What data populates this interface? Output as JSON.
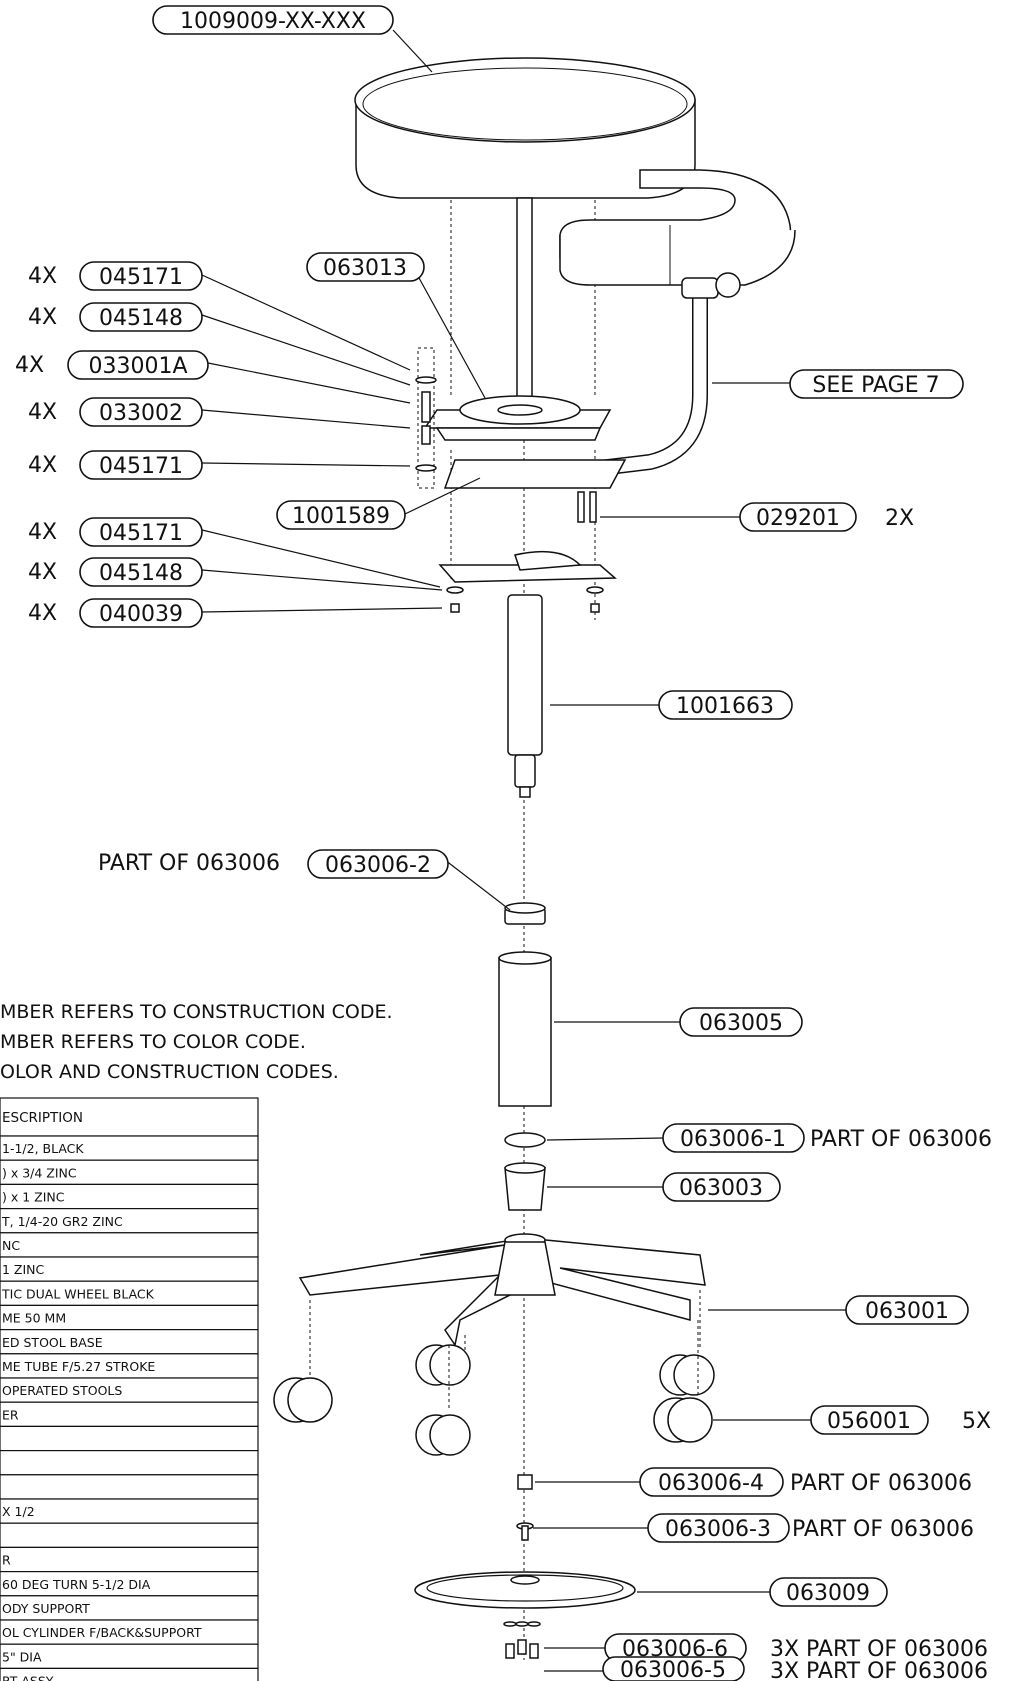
{
  "callouts": {
    "seat_assy": "1009009-XX-XXX",
    "c045171_a": "045171",
    "c045148_a": "045148",
    "c033001a": "033001A",
    "c033002": "033002",
    "c045171_b": "045171",
    "c063013": "063013",
    "see_page7": "SEE PAGE 7",
    "c1001589": "1001589",
    "c029201": "029201",
    "c045171_c": "045171",
    "c045148_b": "045148",
    "c040039": "040039",
    "c1001663": "1001663",
    "c063006_2": "063006-2",
    "c063005": "063005",
    "c063006_1": "063006-1",
    "c063003": "063003",
    "c063001": "063001",
    "c056001": "056001",
    "c063006_4": "063006-4",
    "c063006_3": "063006-3",
    "c063009": "063009",
    "c063006_6": "063006-6",
    "c063006_5": "063006-5"
  },
  "qty": {
    "q045171_a": "4X",
    "q045148_a": "4X",
    "q033001a": "4X",
    "q033002": "4X",
    "q045171_b": "4X",
    "q045171_c": "4X",
    "q045148_b": "4X",
    "q040039": "4X",
    "q029201": "2X",
    "q056001": "5X"
  },
  "notes_side": {
    "part_of_063006_2": "PART OF 063006",
    "part_of_063006_1": "PART OF 063006",
    "part_of_063006_4": "PART OF 063006",
    "part_of_063006_3": "PART OF 063006",
    "part_of_063006_6": "3X PART OF 063006",
    "part_of_063006_5": "3X PART OF 063006"
  },
  "notes": [
    "MBER REFERS TO CONSTRUCTION CODE.",
    "MBER REFERS TO COLOR CODE.",
    "OLOR AND CONSTRUCTION CODES."
  ],
  "table": {
    "header": "ESCRIPTION",
    "rows": [
      "1-1/2, BLACK",
      ") x 3/4 ZINC",
      ") x 1 ZINC",
      "T, 1/4-20 GR2 ZINC",
      "NC",
      "1 ZINC",
      "TIC DUAL WHEEL BLACK",
      "ME 50 MM",
      "ED STOOL BASE",
      "ME TUBE F/5.27 STROKE",
      "OPERATED STOOLS",
      "ER",
      "",
      "",
      "",
      "X 1/2",
      "",
      "R",
      "60 DEG TURN 5-1/2 DIA",
      "ODY SUPPORT",
      "OL CYLINDER F/BACK&SUPPORT",
      "5\" DIA",
      "RT ASSY"
    ]
  }
}
